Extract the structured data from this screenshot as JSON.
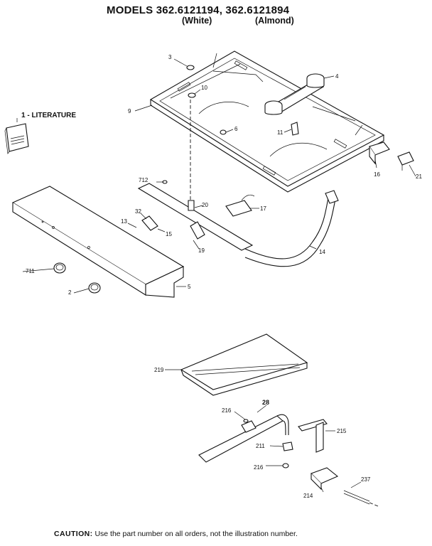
{
  "header": {
    "title": "MODELS 362.6121194, 362.6121894",
    "white": "(White)",
    "almond": "(Almond)"
  },
  "literature_label": "1 - LITERATURE",
  "callouts": {
    "c2": "2",
    "c3": "3",
    "c4": "4",
    "c5": "5",
    "c6": "6",
    "c9": "9",
    "c10": "10",
    "c11": "11",
    "c13": "13",
    "c14": "14",
    "c15": "15",
    "c16": "16",
    "c17": "17",
    "c19": "19",
    "c20": "20",
    "c21": "21",
    "c28": "28",
    "c32": "32",
    "c211": "211",
    "c214": "214",
    "c215": "215",
    "c216a": "216",
    "c216b": "216",
    "c219": "219",
    "c237": "237",
    "c711": "711",
    "c712": "712"
  },
  "caution": {
    "label": "CAUTION:",
    "text": "Use the part number on all orders, not the illustration number."
  }
}
